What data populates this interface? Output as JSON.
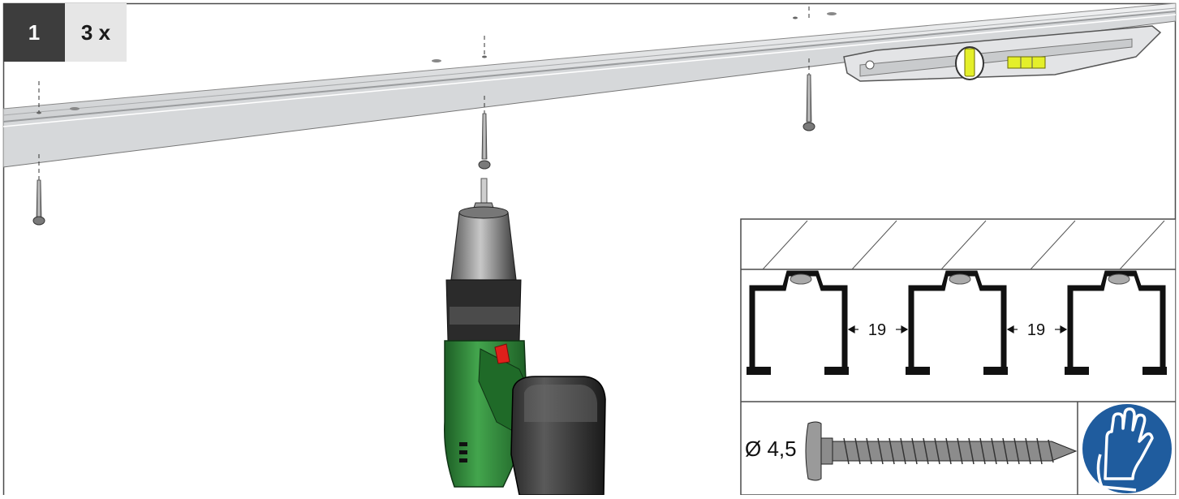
{
  "step": {
    "number": "1",
    "quantity": "3 x"
  },
  "detail": {
    "spacing_label_1": "19",
    "spacing_label_2": "19",
    "screw_diameter_label": "Ø 4,5"
  },
  "colors": {
    "frame": "#4a4a4a",
    "rail": "#d9dadb",
    "drill_body": "#2f8a3a",
    "drill_trigger": "#e0201b",
    "level_bubble": "#e4ef2a",
    "glove_badge": "#1f5c9e"
  },
  "icons": [
    "drill-icon",
    "screw-icon",
    "spirit-level-icon",
    "wear-gloves-icon"
  ]
}
